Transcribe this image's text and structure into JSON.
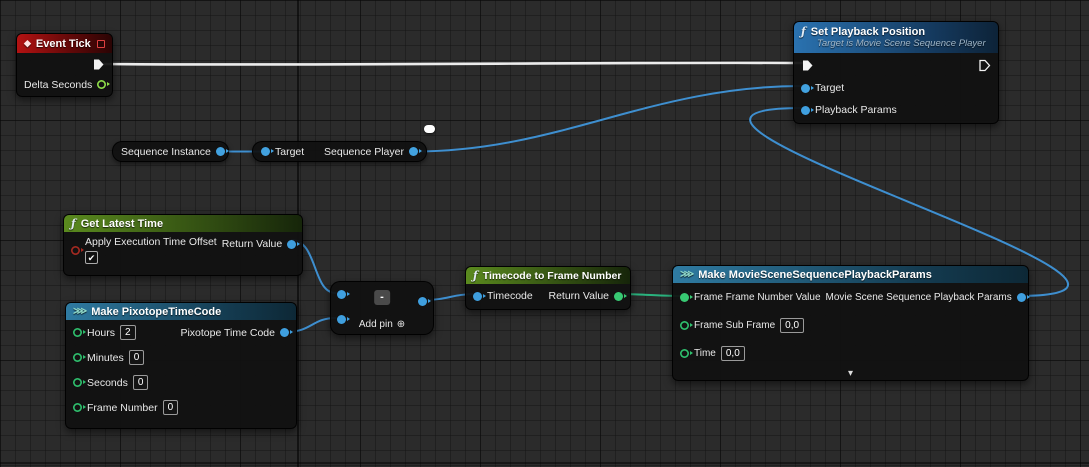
{
  "colors": {
    "exec_white": "#f2f2f2",
    "object_blue": "#42a2e0",
    "struct_blue": "#3f9fdf",
    "int_green": "#2fc06e",
    "float_green": "#8fdf4a",
    "framenumber_green": "#38c973",
    "bool_red": "#a52a21",
    "wire_blue": "#3e8fd0",
    "wire_green": "#2ab37e"
  },
  "icons": {
    "function": "ƒ",
    "event": "◆",
    "make_struct": "⋙",
    "add": "⊕",
    "check": "✔",
    "chevron_down": "▾"
  },
  "nodes": {
    "event_tick": {
      "title": "Event Tick",
      "pins": {
        "delta_seconds": "Delta Seconds"
      }
    },
    "set_playback_position": {
      "title": "Set Playback Position",
      "subtitle": "Target is Movie Scene Sequence Player",
      "pins": {
        "target": "Target",
        "playback_params": "Playback Params"
      }
    },
    "sequence_instance": {
      "label": "Sequence Instance"
    },
    "sequence_player": {
      "pins": {
        "target": "Target",
        "sequence_player": "Sequence Player"
      }
    },
    "get_latest_time": {
      "title": "Get Latest Time",
      "pins": {
        "apply_execution_time_offset": "Apply Execution Time Offset",
        "return_value": "Return Value"
      }
    },
    "make_pixotope_timecode": {
      "title": "Make PixotopeTimeCode",
      "pins": {
        "hours": "Hours",
        "minutes": "Minutes",
        "seconds": "Seconds",
        "frame_number": "Frame Number",
        "output": "Pixotope Time Code"
      },
      "values": {
        "hours": "2",
        "minutes": "0",
        "seconds": "0",
        "frame_number": "0"
      }
    },
    "subtract": {
      "operator": "-",
      "add_pin_label": "Add pin"
    },
    "timecode_to_frame_number": {
      "title": "Timecode to Frame Number",
      "pins": {
        "timecode": "Timecode",
        "return_value": "Return Value"
      }
    },
    "make_playback_params": {
      "title": "Make MovieSceneSequencePlaybackParams",
      "pins": {
        "frame_frame_number_value": "Frame Frame Number Value",
        "frame_sub_frame": "Frame Sub Frame",
        "time": "Time",
        "output": "Movie Scene Sequence Playback Params"
      },
      "values": {
        "frame_sub_frame": "0,0",
        "time": "0,0"
      }
    }
  }
}
